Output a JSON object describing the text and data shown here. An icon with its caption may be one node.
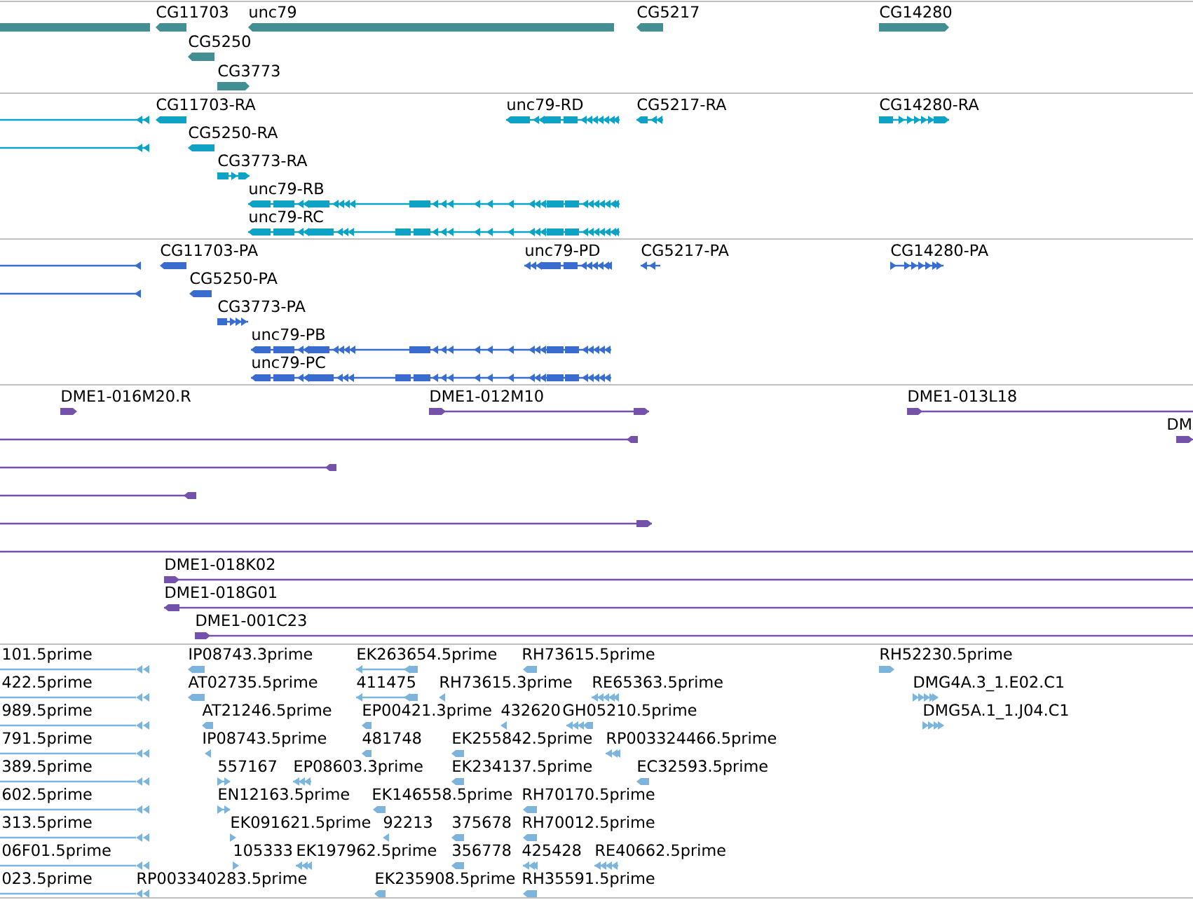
{
  "diagram": {
    "nodes": [
      {
        "text": [],
        "shape": "bar"
      },
      {
        "text": [
          "CG11703"
        ]
      },
      {
        "text": [
          "unc79"
        ]
      },
      {
        "text": [
          "CG5217"
        ]
      },
      {
        "text": [
          "CG14280"
        ]
      },
      {
        "text": [
          "CG5250"
        ]
      },
      {
        "text": [
          "CG3773"
        ]
      },
      {
        "text": [],
        "shape": "line"
      },
      {
        "text": [
          "CG11703-RA"
        ]
      },
      {
        "text": [
          "unc79-RD"
        ]
      },
      {
        "text": [
          "CG5217-RA"
        ]
      },
      {
        "text": [
          "CG14280-RA"
        ]
      },
      {
        "text": [],
        "shape": "line"
      },
      {
        "text": [
          "CG5250-RA"
        ]
      },
      {
        "text": [
          "CG3773-RA"
        ]
      },
      {
        "text": [
          "unc79-RB"
        ]
      },
      {
        "text": [
          "unc79-RC"
        ]
      },
      {
        "text": [],
        "shape": "line"
      },
      {
        "text": [
          "CG11703-PA"
        ]
      },
      {
        "text": [
          "unc79-PD"
        ]
      },
      {
        "text": [
          "CG5217-PA"
        ]
      },
      {
        "text": [
          "CG14280-PA"
        ]
      },
      {
        "text": [],
        "shape": "line"
      },
      {
        "text": [
          "CG5250-PA"
        ]
      },
      {
        "text": [
          "CG3773-PA"
        ]
      },
      {
        "text": [
          "unc79-PB"
        ]
      },
      {
        "text": [
          "unc79-PC"
        ]
      },
      {
        "text": [
          "DME1-016M20.R"
        ]
      },
      {
        "text": [
          "DME1-012M10"
        ]
      },
      {
        "text": [
          "DME1-013L18"
        ]
      },
      {
        "text": [],
        "shape": "line"
      },
      {
        "text": [
          "DM"
        ]
      },
      {
        "text": [],
        "shape": "line"
      },
      {
        "text": [],
        "shape": "line"
      },
      {
        "text": [],
        "shape": "line"
      },
      {
        "text": [],
        "shape": "line"
      },
      {
        "text": [
          "DME1-018K02"
        ]
      },
      {
        "text": [
          "DME1-018G01"
        ]
      },
      {
        "text": [
          "DME1-001C23"
        ]
      },
      {
        "text": [
          "101.5prime"
        ]
      },
      {
        "text": [
          "IP08743.3prime"
        ]
      },
      {
        "text": [
          "EK263654.5prime"
        ]
      },
      {
        "text": [
          "RH73615.5prime"
        ]
      },
      {
        "text": [
          "RH52230.5prime"
        ]
      },
      {
        "text": [
          "422.5prime"
        ]
      },
      {
        "text": [
          "AT02735.5prime"
        ]
      },
      {
        "text": [
          "411475"
        ]
      },
      {
        "text": [
          "RH73615.3prime"
        ]
      },
      {
        "text": [
          "RE65363.5prime"
        ]
      },
      {
        "text": [
          "DMG4A.3_1.E02.C1"
        ]
      },
      {
        "text": [
          "989.5prime"
        ]
      },
      {
        "text": [
          "AT21246.5prime"
        ]
      },
      {
        "text": [
          "EP00421.3prime"
        ]
      },
      {
        "text": [
          "432620"
        ]
      },
      {
        "text": [
          "GH05210.5prime"
        ]
      },
      {
        "text": [
          "DMG5A.1_1.J04.C1"
        ]
      },
      {
        "text": [
          "791.5prime"
        ]
      },
      {
        "text": [
          "IP08743.5prime"
        ]
      },
      {
        "text": [
          "481748"
        ]
      },
      {
        "text": [
          "EK255842.5prime"
        ]
      },
      {
        "text": [
          "RP003324466.5prime"
        ]
      },
      {
        "text": [
          "389.5prime"
        ]
      },
      {
        "text": [
          "557167"
        ]
      },
      {
        "text": [
          "EP08603.3prime"
        ]
      },
      {
        "text": [
          "EK234137.5prime"
        ]
      },
      {
        "text": [
          "EC32593.5prime"
        ]
      },
      {
        "text": [
          "602.5prime"
        ]
      },
      {
        "text": [
          "EN12163.5prime"
        ]
      },
      {
        "text": [
          "EK146558.5prime"
        ]
      },
      {
        "text": [
          "RH70170.5prime"
        ]
      },
      {
        "text": [
          "313.5prime"
        ]
      },
      {
        "text": [
          "EK091621.5prime"
        ]
      },
      {
        "text": [
          "92213"
        ]
      },
      {
        "text": [
          "375678"
        ]
      },
      {
        "text": [
          "RH70012.5prime"
        ]
      },
      {
        "text": [
          "06F01.5prime"
        ]
      },
      {
        "text": [
          "105333"
        ]
      },
      {
        "text": [
          "EK197962.5prime"
        ]
      },
      {
        "text": [
          "356778"
        ]
      },
      {
        "text": [
          "425428"
        ]
      },
      {
        "text": [
          "RE40662.5prime"
        ]
      },
      {
        "text": [
          "023.5prime"
        ]
      },
      {
        "text": [
          "RP003340283.5prime"
        ]
      },
      {
        "text": [
          "EK235908.5prime"
        ]
      },
      {
        "text": [
          "RH35591.5prime"
        ]
      }
    ]
  }
}
